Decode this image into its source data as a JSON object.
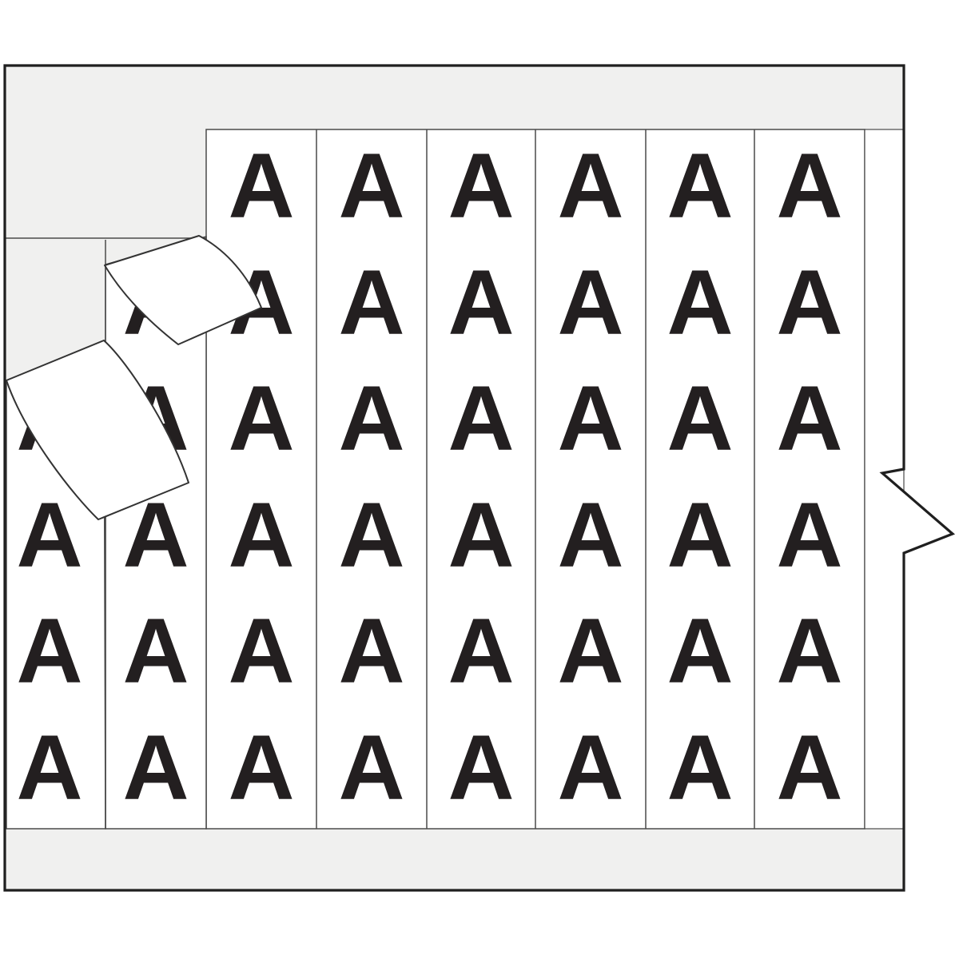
{
  "image_type": "product-illustration of a wire marker label card",
  "marker": {
    "letter": "A",
    "total_visible_letters": 45
  },
  "card": {
    "backing_color": "#f0f0ef",
    "strip_color": "#ffffff",
    "letter_color": "#231f20",
    "border_color": "#1f1f1f",
    "separator_color": "#4a4a4a",
    "label_outline_color": "#333333"
  },
  "columns": [
    {
      "name": "strip-1",
      "rows": [
        3,
        4,
        5,
        6
      ]
    },
    {
      "name": "strip-2",
      "rows": [
        2,
        3,
        4,
        5,
        6
      ]
    },
    {
      "name": "strip-3",
      "rows": [
        1,
        2,
        3,
        4,
        5,
        6
      ]
    },
    {
      "name": "strip-4",
      "rows": [
        1,
        2,
        3,
        4,
        5,
        6
      ]
    },
    {
      "name": "strip-5",
      "rows": [
        1,
        2,
        3,
        4,
        5,
        6
      ]
    },
    {
      "name": "strip-6",
      "rows": [
        1,
        2,
        3,
        4,
        5,
        6
      ]
    },
    {
      "name": "strip-7",
      "rows": [
        1,
        2,
        3,
        4,
        5,
        6
      ]
    },
    {
      "name": "strip-8",
      "rows": [
        1,
        2,
        3,
        4,
        5,
        6
      ]
    },
    {
      "name": "blank-margin-strip",
      "rows": []
    }
  ],
  "peeled_labels": [
    {
      "name": "peeled-label-upper",
      "letter_hidden": ""
    },
    {
      "name": "peeled-label-lower",
      "letter_hidden": ""
    }
  ]
}
